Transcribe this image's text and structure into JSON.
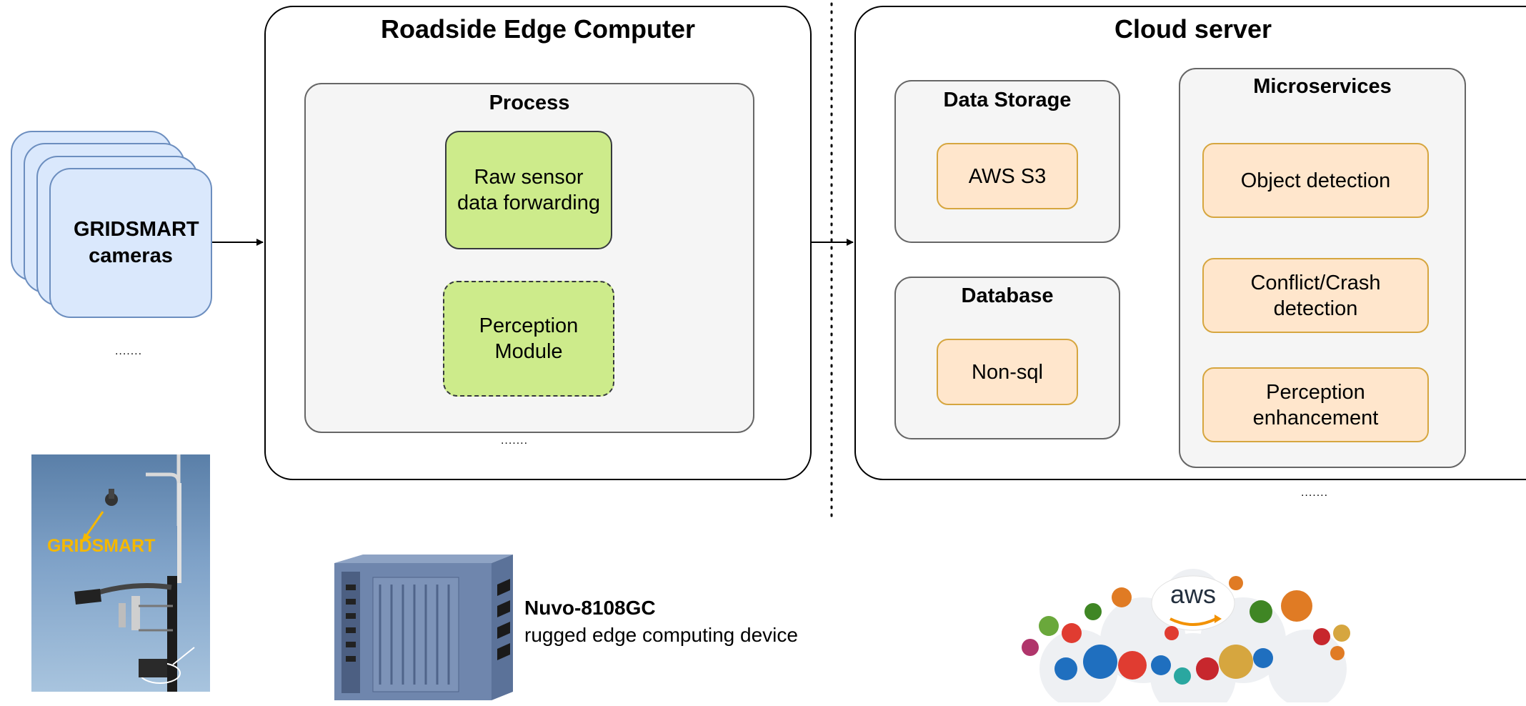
{
  "edge": {
    "title": "Roadside Edge Computer",
    "process": {
      "title": "Process",
      "raw_forwarding": "Raw sensor data forwarding",
      "perception_module": "Perception Module"
    },
    "ellipsis": "......."
  },
  "cloud": {
    "title": "Cloud server",
    "data_storage": {
      "title": "Data Storage",
      "item": "AWS S3"
    },
    "database": {
      "title": "Database",
      "item": "Non-sql"
    },
    "microservices": {
      "title": "Microservices",
      "items": [
        "Object detection",
        "Conflict/Crash detection",
        "Perception enhancement"
      ]
    },
    "ellipsis": "......."
  },
  "cameras": {
    "label": "GRIDSMART cameras",
    "ellipsis": "......."
  },
  "photo_caption": "GRIDSMART",
  "device": {
    "name": "Nuvo-8108GC",
    "description": "rugged edge computing device"
  },
  "aws_logo_text": "aws",
  "colors": {
    "green_fill": "#cdeb8b",
    "orange_fill": "#ffe6cc",
    "orange_border": "#d6a63f",
    "camera_fill": "#dae8fc",
    "camera_border": "#6c8ebf",
    "group_fill": "#f5f5f5",
    "photo_label": "#f5b800"
  }
}
